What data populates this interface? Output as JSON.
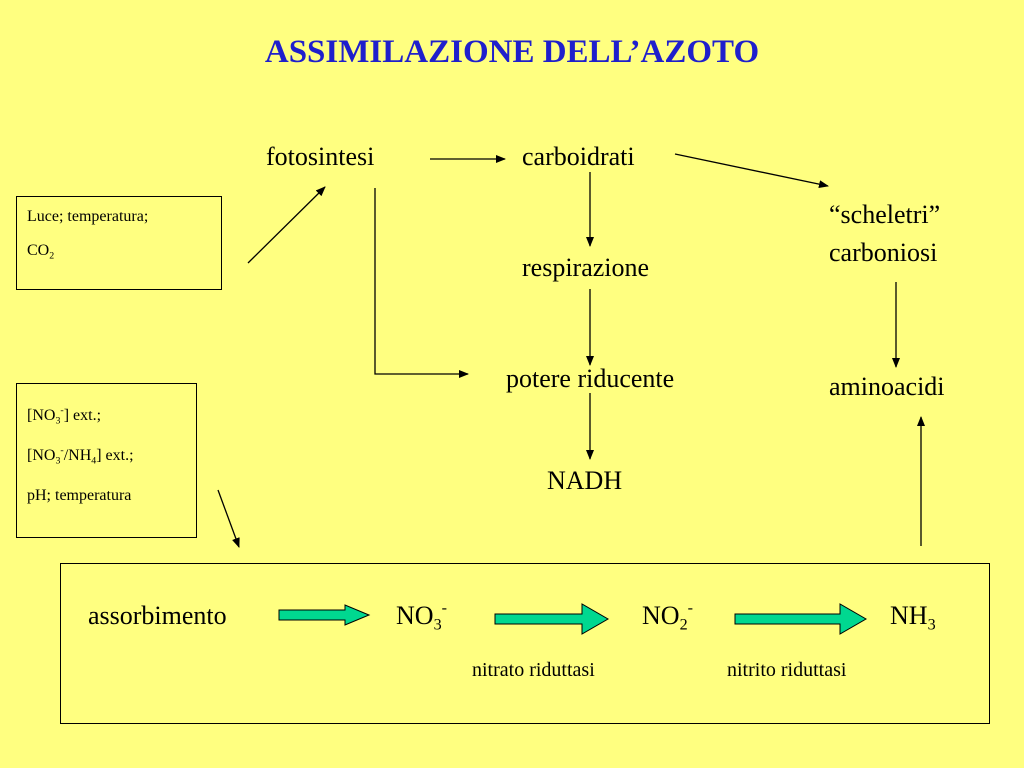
{
  "title": "ASSIMILAZIONE DELL’AZOTO",
  "colors": {
    "background": "#ffff80",
    "title": "#1f1fcc",
    "green_arrow": "#00d890"
  },
  "nodes": {
    "fotosintesi": "fotosintesi",
    "carboidrati": "carboidrati",
    "scheletri_line1": "“scheletri”",
    "scheletri_line2": "carboniosi",
    "respirazione": "respirazione",
    "potere_riducente": "potere riducente",
    "aminoacidi": "aminoacidi",
    "nadh": "NADH"
  },
  "box_light": {
    "line1": "Luce; temperatura;",
    "co": "CO",
    "co_sub": "2"
  },
  "box_nitrate": {
    "l1_pre": "[NO",
    "l1_sub": "3",
    "l1_sup": "-",
    "l1_post": "] ext.;",
    "l2_pre": "[NO",
    "l2_sub": "3",
    "l2_sup": "-",
    "l2_mid": "/NH",
    "l2_sub2": "4",
    "l2_post": "] ext.;",
    "l3": "pH;  temperatura"
  },
  "pathway": {
    "assorbimento": "assorbimento",
    "no3": "NO",
    "no3_sub": "3",
    "no3_sup": "-",
    "no2": "NO",
    "no2_sub": "2",
    "no2_sup": "-",
    "nh3": "NH",
    "nh3_sub": "3",
    "enzyme1": "nitrato riduttasi",
    "enzyme2": "nitrito riduttasi"
  }
}
